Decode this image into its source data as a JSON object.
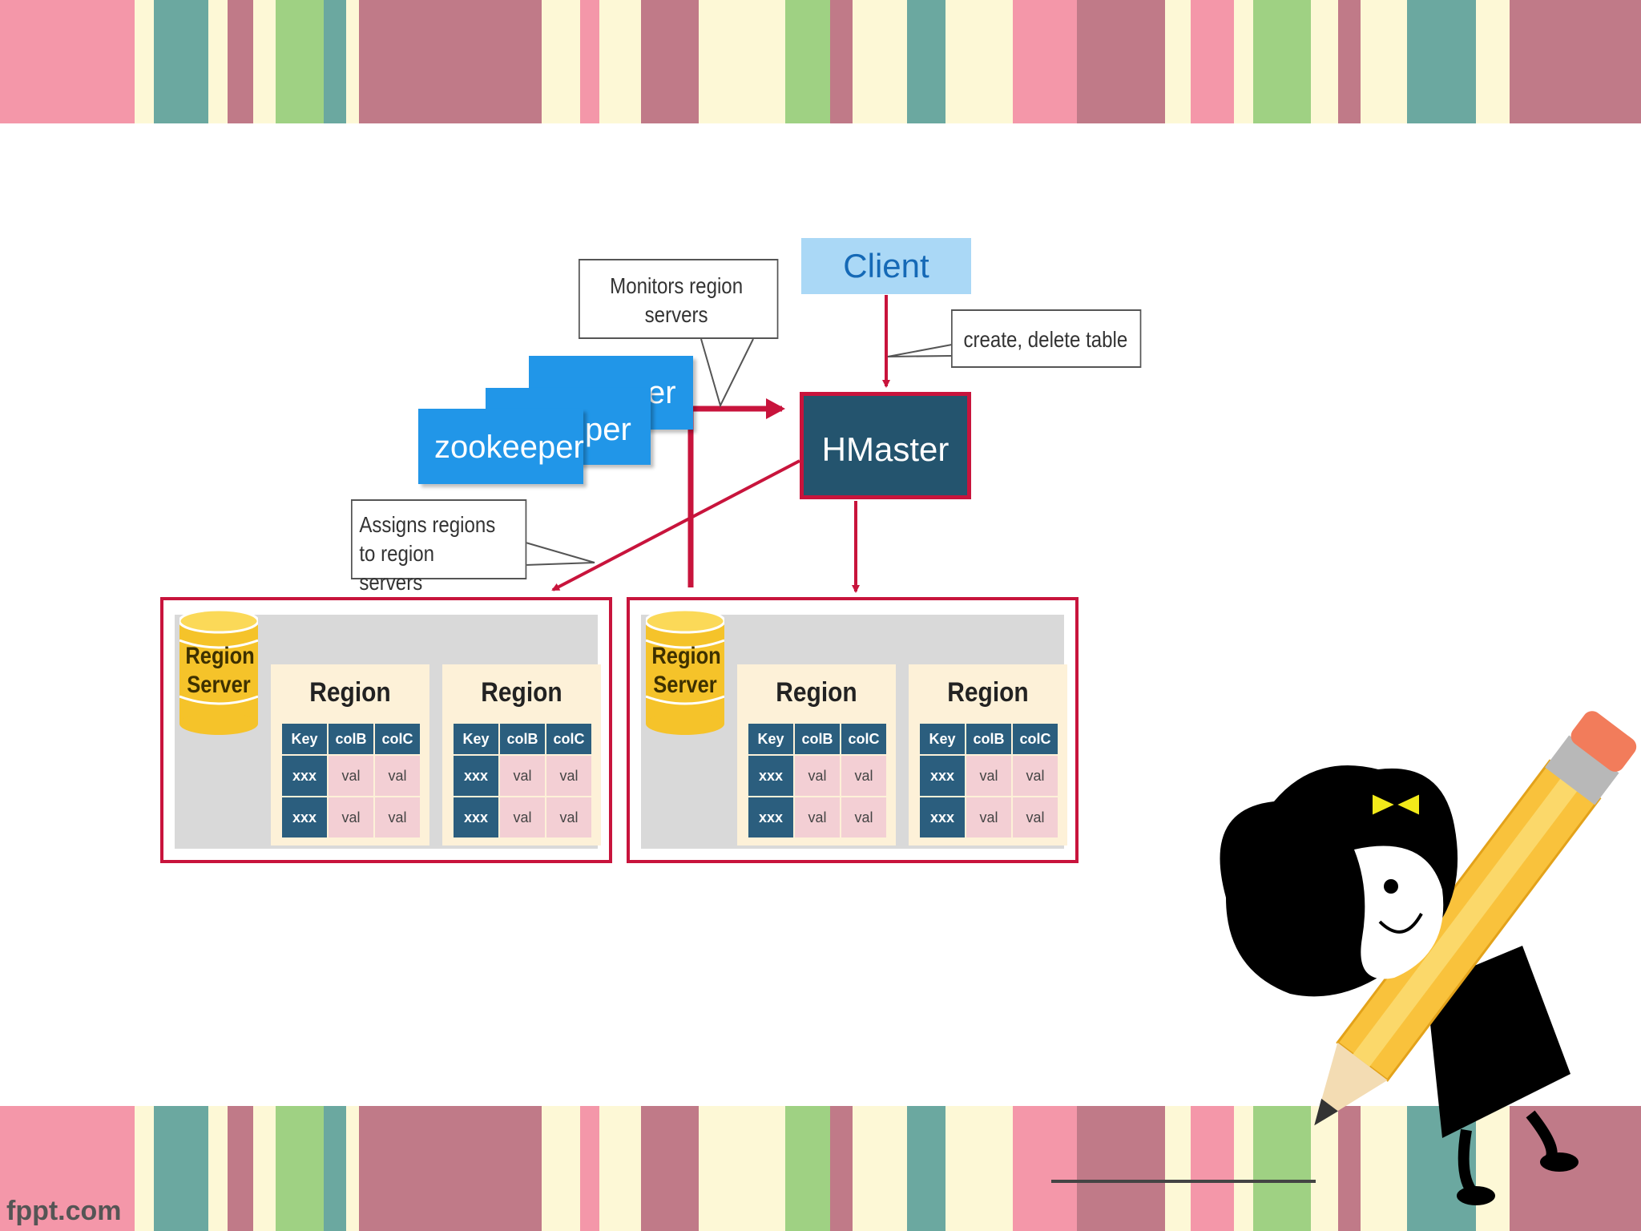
{
  "diagram": {
    "zookeeper_label": "zookeeper",
    "zookeeper_back_partial_1": "per",
    "zookeeper_back_partial_2": "er",
    "client_label": "Client",
    "hmaster_label": "HMaster",
    "callout_monitors": "Monitors region servers",
    "callout_create": "create, delete table",
    "callout_assigns": "Assigns regions to region servers",
    "region_servers": [
      {
        "server_label_line1": "Region",
        "server_label_line2": "Server",
        "regions": [
          {
            "title": "Region",
            "headers": [
              "Key",
              "colB",
              "colC"
            ],
            "rows": [
              [
                "xxx",
                "val",
                "val"
              ],
              [
                "xxx",
                "val",
                "val"
              ]
            ]
          },
          {
            "title": "Region",
            "headers": [
              "Key",
              "colB",
              "colC"
            ],
            "rows": [
              [
                "xxx",
                "val",
                "val"
              ],
              [
                "xxx",
                "val",
                "val"
              ]
            ]
          }
        ]
      },
      {
        "server_label_line1": "Region",
        "server_label_line2": "Server",
        "regions": [
          {
            "title": "Region",
            "headers": [
              "Key",
              "colB",
              "colC"
            ],
            "rows": [
              [
                "xxx",
                "val",
                "val"
              ],
              [
                "xxx",
                "val",
                "val"
              ]
            ]
          },
          {
            "title": "Region",
            "headers": [
              "Key",
              "colB",
              "colC"
            ],
            "rows": [
              [
                "xxx",
                "val",
                "val"
              ],
              [
                "xxx",
                "val",
                "val"
              ]
            ]
          }
        ]
      }
    ]
  },
  "footer": {
    "brand": "fppt.com"
  },
  "colors": {
    "arrow": "#c8143c",
    "zookeeper": "#2196e8",
    "hmaster": "#24546e",
    "client": "#aad8f6",
    "stripe_palette": [
      "#f497a9",
      "#6ba8a0",
      "#c07a88",
      "#9fd183",
      "#fdf8d6"
    ]
  }
}
